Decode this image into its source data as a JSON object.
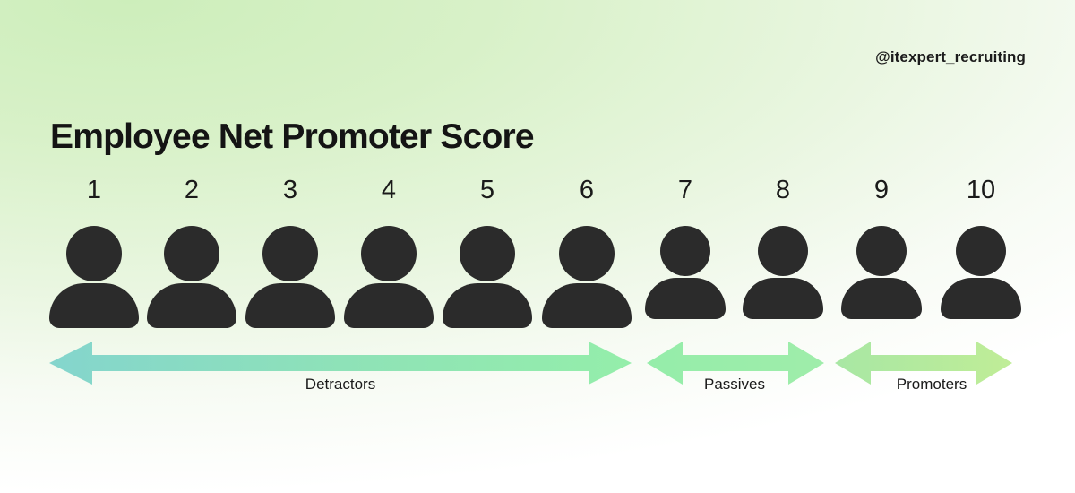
{
  "handle": "@itexpert_recruiting",
  "title": "Employee Net Promoter Score",
  "chart_data": {
    "type": "bar",
    "title": "Employee Net Promoter Score",
    "xlabel": "",
    "ylabel": "",
    "categories": [
      "1",
      "2",
      "3",
      "4",
      "5",
      "6",
      "7",
      "8",
      "9",
      "10"
    ],
    "values": [
      1,
      1,
      1,
      1,
      1,
      1,
      1,
      1,
      1,
      1
    ],
    "legend_position": "below-axis",
    "grid": false,
    "annotations": [
      {
        "label": "Detractors",
        "range": [
          1,
          6
        ],
        "color": "#8ed8cd"
      },
      {
        "label": "Passives",
        "range": [
          7,
          8
        ],
        "color": "#97eeab"
      },
      {
        "label": "Promoters",
        "range": [
          9,
          10
        ],
        "color": "#b7eb9c"
      }
    ]
  },
  "scale": {
    "icon_name": "person-icon",
    "points": [
      {
        "number": "1"
      },
      {
        "number": "2"
      },
      {
        "number": "3"
      },
      {
        "number": "4"
      },
      {
        "number": "5"
      },
      {
        "number": "6"
      },
      {
        "number": "7"
      },
      {
        "number": "8"
      },
      {
        "number": "9"
      },
      {
        "number": "10"
      }
    ]
  },
  "segments": [
    {
      "label": "Detractors",
      "start_color": "#87d6cc",
      "end_color": "#93eaab"
    },
    {
      "label": "Passives",
      "start_color": "#95edaa",
      "end_color": "#9cecae"
    },
    {
      "label": "Promoters",
      "start_color": "#a9e8a3",
      "end_color": "#bdec98"
    }
  ],
  "colors": {
    "background_top": "#cdeebb",
    "background_bottom": "#ffffff",
    "icon": "#2b2b2b",
    "text": "#141414"
  }
}
